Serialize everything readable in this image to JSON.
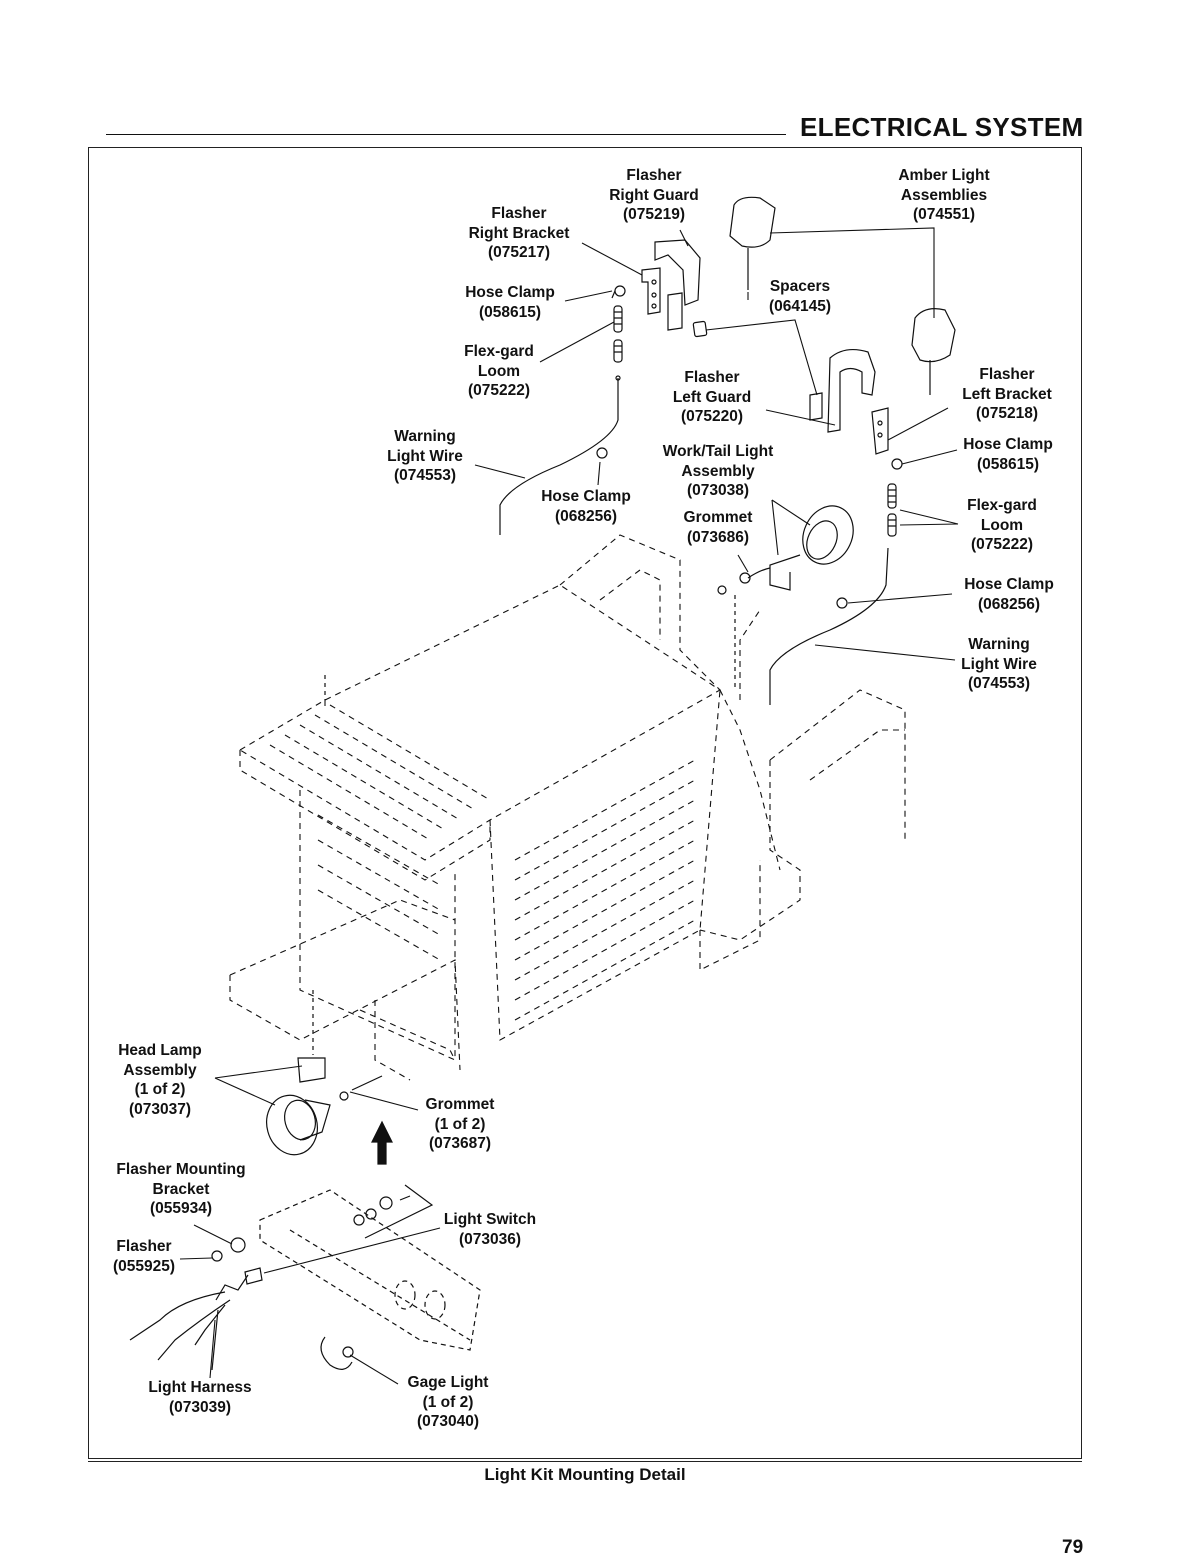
{
  "header": {
    "title": "ELECTRICAL SYSTEM"
  },
  "callouts": {
    "flasher_right_guard": {
      "name_lines": [
        "Flasher",
        "Right Guard"
      ],
      "part": "(075219)"
    },
    "amber_light_assemblies": {
      "name_lines": [
        "Amber Light",
        "Assemblies"
      ],
      "part": "(074551)"
    },
    "flasher_right_bracket": {
      "name_lines": [
        "Flasher",
        "Right Bracket"
      ],
      "part": "(075217)"
    },
    "hose_clamp_top": {
      "name_lines": [
        "Hose Clamp"
      ],
      "part": "(058615)"
    },
    "spacers": {
      "name_lines": [
        "Spacers"
      ],
      "part": "(064145)"
    },
    "flex_gard_loom_left": {
      "name_lines": [
        "Flex-gard",
        "Loom"
      ],
      "part": "(075222)"
    },
    "flasher_left_guard": {
      "name_lines": [
        "Flasher",
        "Left Guard"
      ],
      "part": "(075220)"
    },
    "flasher_left_bracket": {
      "name_lines": [
        "Flasher",
        "Left Bracket"
      ],
      "part": "(075218)"
    },
    "warning_light_wire_left": {
      "name_lines": [
        "Warning",
        "Light Wire"
      ],
      "part": "(074553)"
    },
    "work_tail_light": {
      "name_lines": [
        "Work/Tail Light",
        "Assembly"
      ],
      "part": "(073038)"
    },
    "hose_clamp_right": {
      "name_lines": [
        "Hose Clamp"
      ],
      "part": "(058615)"
    },
    "hose_clamp_mid": {
      "name_lines": [
        "Hose Clamp"
      ],
      "part": "(068256)"
    },
    "grommet_top": {
      "name_lines": [
        "Grommet"
      ],
      "part": "(073686)"
    },
    "flex_gard_loom_right": {
      "name_lines": [
        "Flex-gard",
        "Loom"
      ],
      "part": "(075222)"
    },
    "hose_clamp_right2": {
      "name_lines": [
        "Hose Clamp"
      ],
      "part": "(068256)"
    },
    "warning_light_wire_right": {
      "name_lines": [
        "Warning",
        "Light Wire"
      ],
      "part": "(074553)"
    },
    "head_lamp": {
      "name_lines": [
        "Head Lamp",
        "Assembly",
        "(1 of 2)"
      ],
      "part": "(073037)"
    },
    "grommet_bottom": {
      "name_lines": [
        "Grommet",
        "(1 of 2)"
      ],
      "part": "(073687)"
    },
    "flasher_mounting_bracket": {
      "name_lines": [
        "Flasher Mounting",
        "Bracket"
      ],
      "part": "(055934)"
    },
    "light_switch": {
      "name_lines": [
        "Light Switch"
      ],
      "part": "(073036)"
    },
    "flasher": {
      "name_lines": [
        "Flasher"
      ],
      "part": "(055925)"
    },
    "light_harness": {
      "name_lines": [
        "Light Harness"
      ],
      "part": "(073039)"
    },
    "gage_light": {
      "name_lines": [
        "Gage Light",
        "(1 of 2)"
      ],
      "part": "(073040)"
    }
  },
  "caption": "Light Kit Mounting Detail",
  "page_number": "79"
}
